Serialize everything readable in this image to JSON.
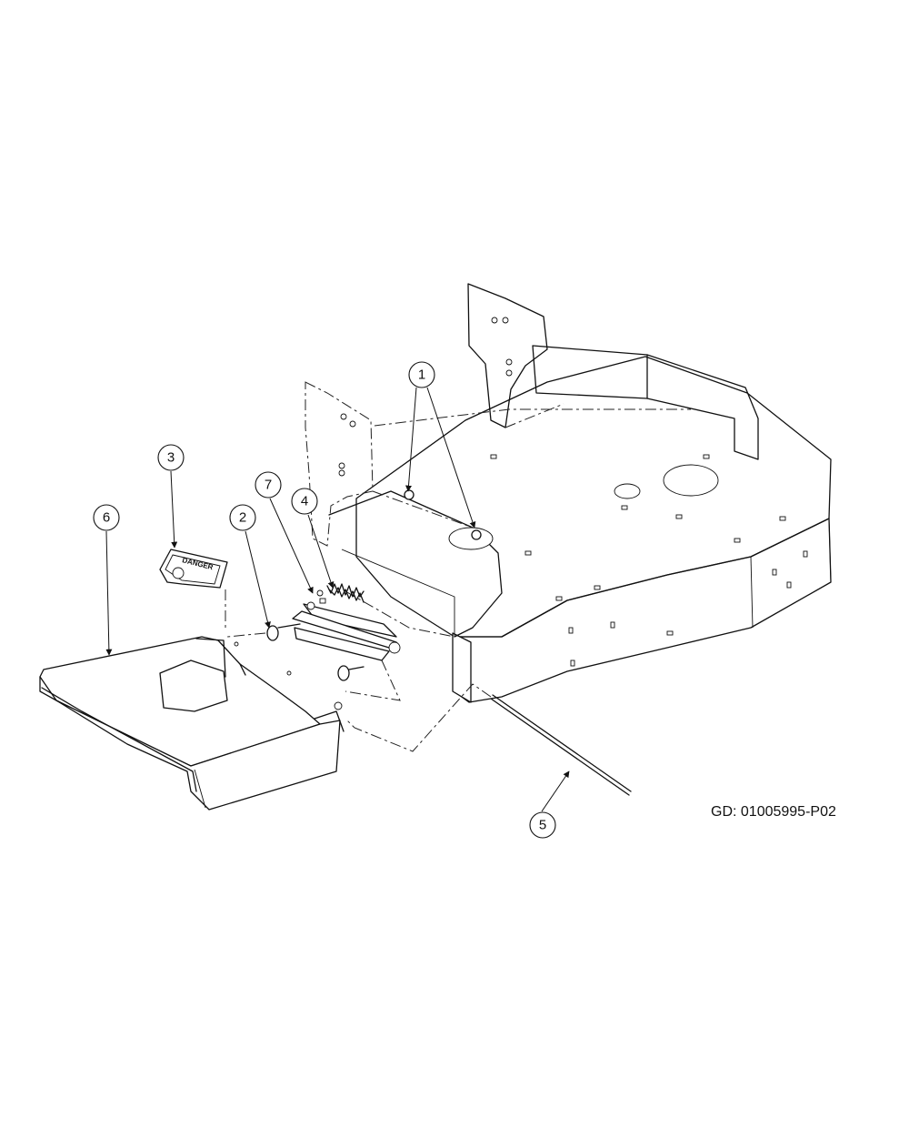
{
  "drawing_code": "GD: 01005995-P02",
  "decal_text": "DANGER",
  "callouts": [
    {
      "number": "1",
      "part": "nut"
    },
    {
      "number": "2",
      "part": "pin"
    },
    {
      "number": "3",
      "part": "danger-decal"
    },
    {
      "number": "4",
      "part": "spring"
    },
    {
      "number": "5",
      "part": "rod"
    },
    {
      "number": "6",
      "part": "discharge-chute"
    },
    {
      "number": "7",
      "part": "hinge-bracket"
    }
  ]
}
